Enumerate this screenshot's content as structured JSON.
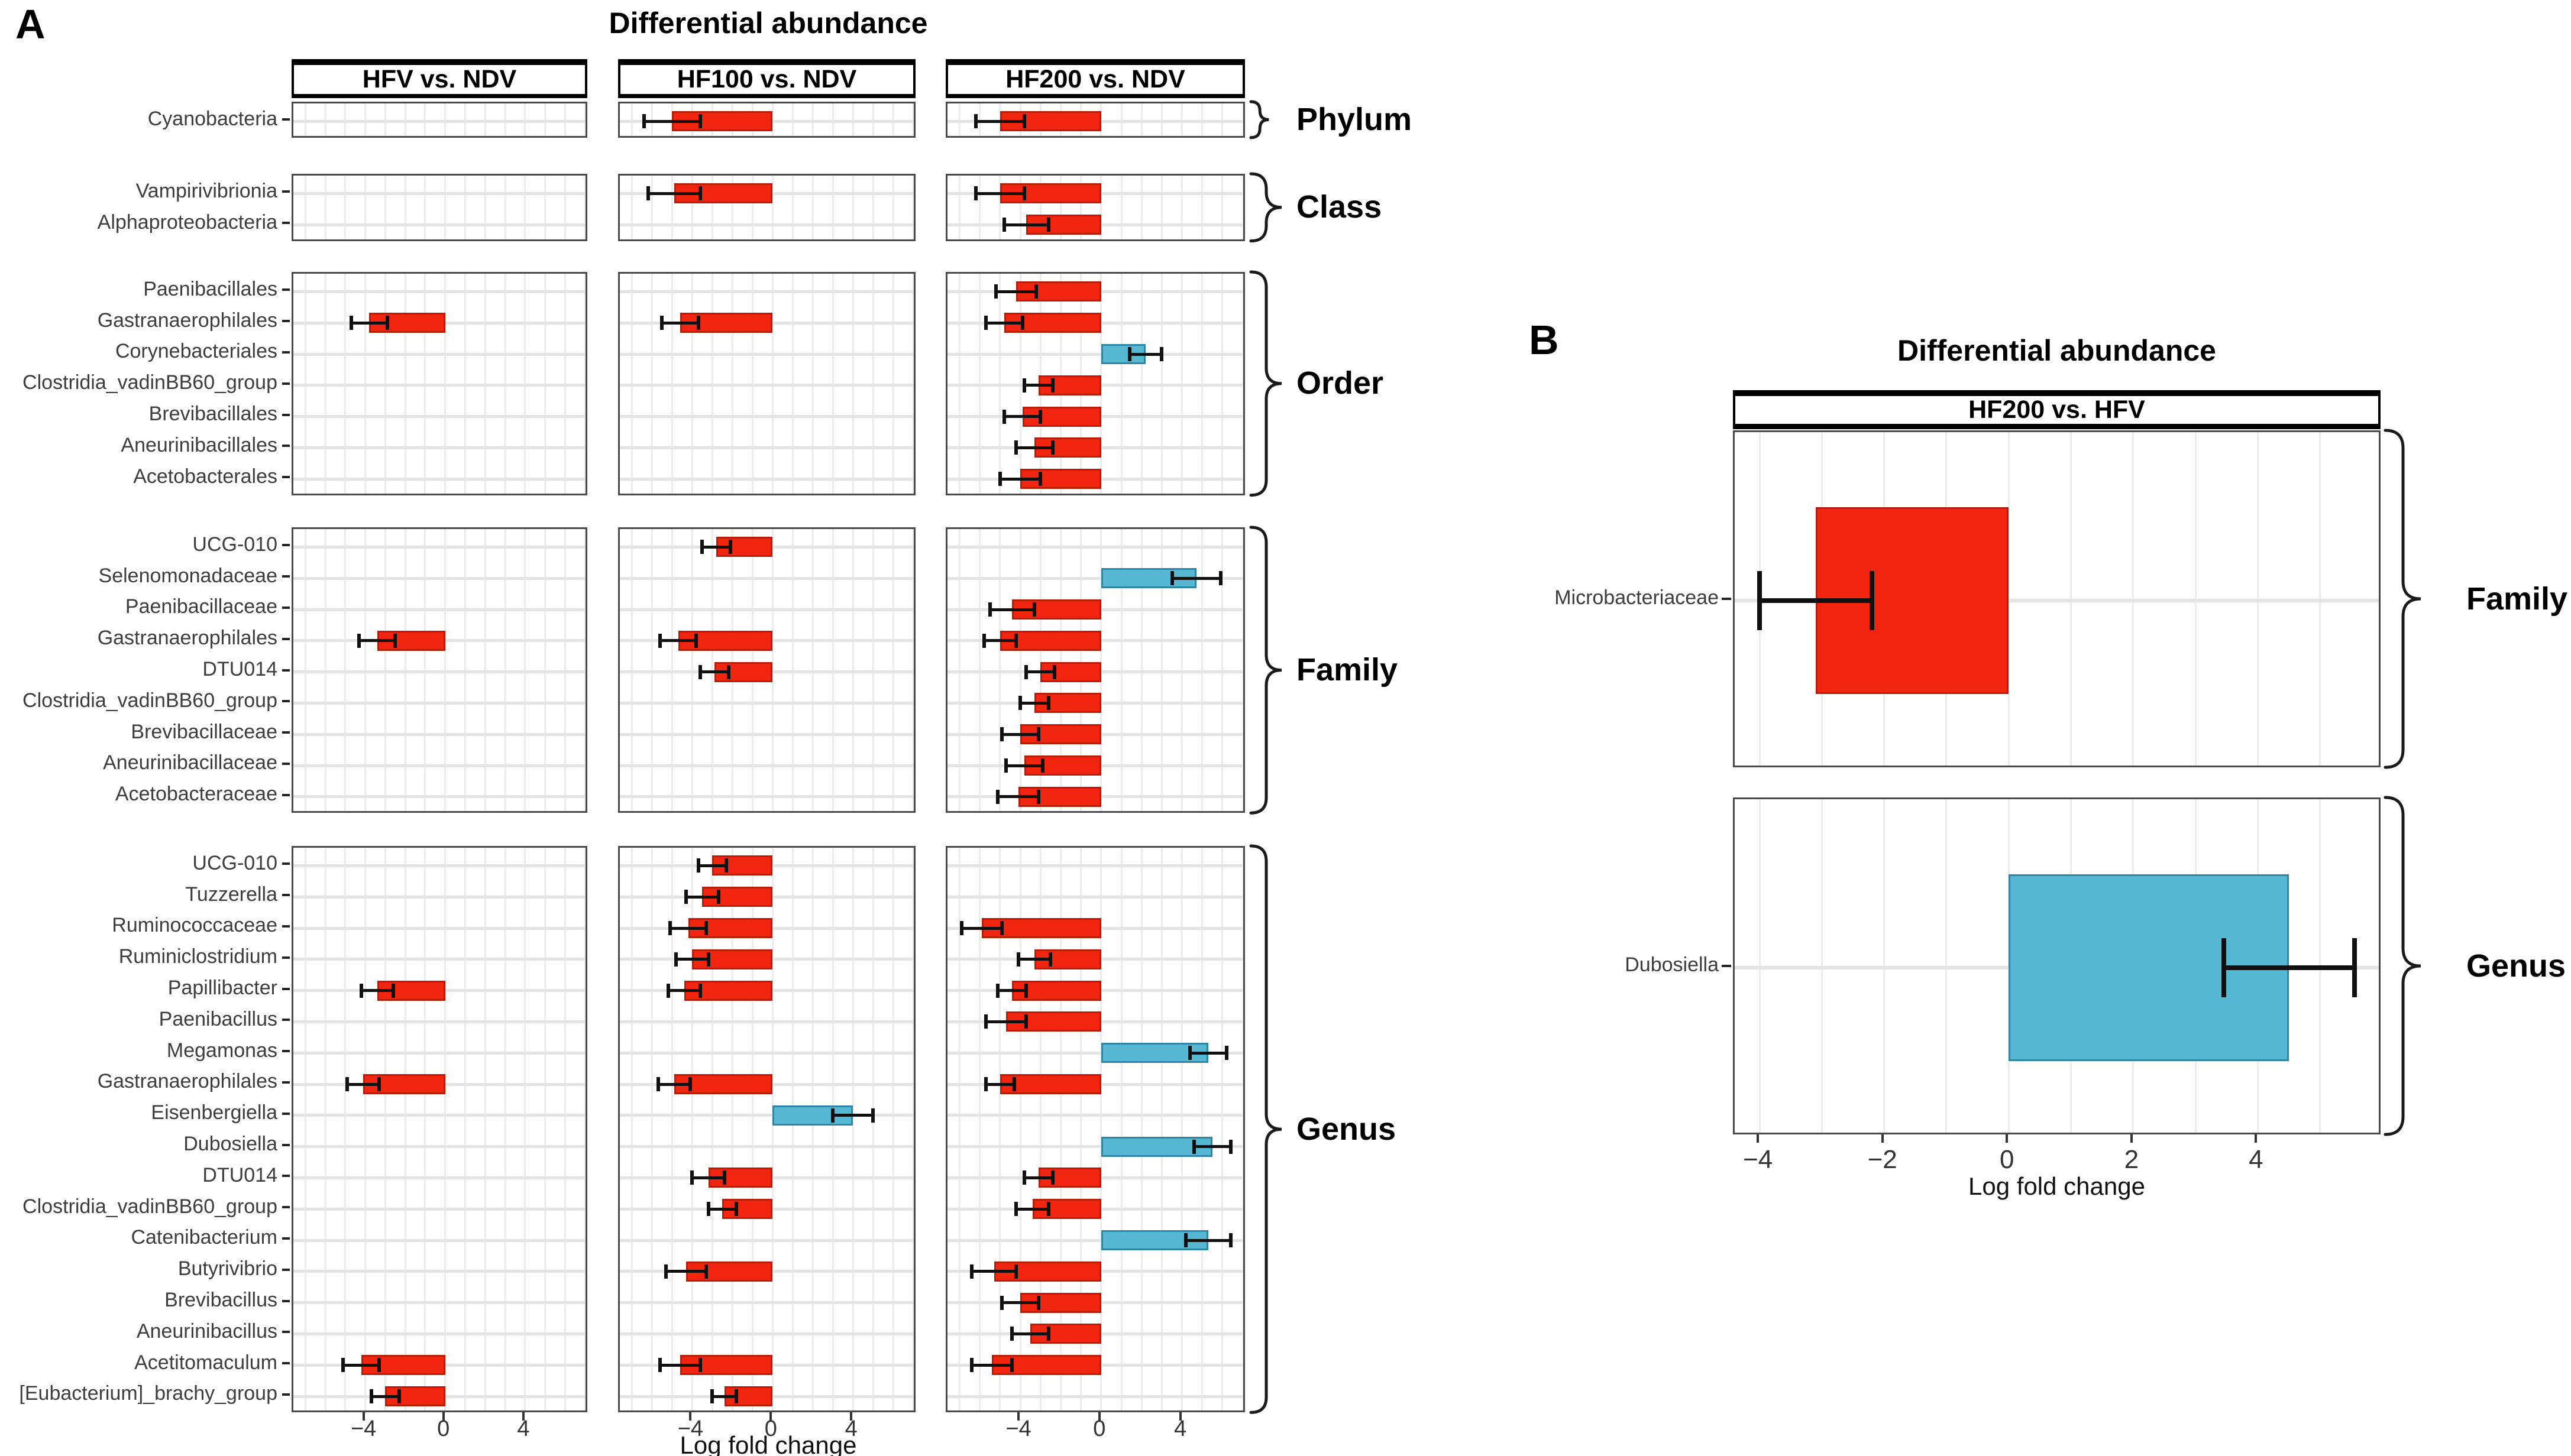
{
  "chart_data": [
    {
      "id": "A",
      "type": "bar",
      "panel_label": "A",
      "title": "Differential abundance",
      "xlabel": "Log fold change",
      "columns": [
        "HFV vs. NDV",
        "HF100 vs. NDV",
        "HF200 vs. NDV"
      ],
      "x_tick_values": [
        -4,
        0,
        4
      ],
      "x_tick_labels": [
        "−4",
        "0",
        "4"
      ],
      "x_domain": [
        -7.6,
        7.2
      ],
      "grid": "minor vertical gridlines every 1 unit, light horizontal stripe at each row",
      "legend": "none",
      "bar_colors": {
        "negative": "#f12510",
        "positive": "#56b8d2"
      },
      "bar_border_colors": {
        "negative": "#b91c09",
        "positive": "#2f85a3"
      },
      "groups": [
        {
          "label": "Phylum",
          "rows": [
            {
              "taxon": "Cyanobacteria",
              "bars": [
                null,
                {
                  "value": -5.0,
                  "error": 1.4
                },
                {
                  "value": -5.0,
                  "error": 1.2
                }
              ]
            }
          ]
        },
        {
          "label": "Class",
          "rows": [
            {
              "taxon": "Vampirivibrionia",
              "bars": [
                null,
                {
                  "value": -4.9,
                  "error": 1.3
                },
                {
                  "value": -5.0,
                  "error": 1.2
                }
              ]
            },
            {
              "taxon": "Alphaproteobacteria",
              "bars": [
                null,
                null,
                {
                  "value": -3.7,
                  "error": 1.1
                }
              ]
            }
          ]
        },
        {
          "label": "Order",
          "rows": [
            {
              "taxon": "Paenibacillales",
              "bars": [
                null,
                null,
                {
                  "value": -4.2,
                  "error": 1.0
                }
              ]
            },
            {
              "taxon": "Gastranaerophilales",
              "bars": [
                {
                  "value": -3.8,
                  "error": 0.9
                },
                {
                  "value": -4.6,
                  "error": 0.9
                },
                {
                  "value": -4.8,
                  "error": 0.9
                }
              ]
            },
            {
              "taxon": "Corynebacteriales",
              "bars": [
                null,
                null,
                {
                  "value": 2.2,
                  "error": 0.8
                }
              ]
            },
            {
              "taxon": "Clostridia_vadinBB60_group",
              "bars": [
                null,
                null,
                {
                  "value": -3.1,
                  "error": 0.7
                }
              ]
            },
            {
              "taxon": "Brevibacillales",
              "bars": [
                null,
                null,
                {
                  "value": -3.9,
                  "error": 0.9
                }
              ]
            },
            {
              "taxon": "Aneurinibacillales",
              "bars": [
                null,
                null,
                {
                  "value": -3.3,
                  "error": 0.9
                }
              ]
            },
            {
              "taxon": "Acetobacterales",
              "bars": [
                null,
                null,
                {
                  "value": -4.0,
                  "error": 1.0
                }
              ]
            }
          ]
        },
        {
          "label": "Family",
          "rows": [
            {
              "taxon": "UCG-010",
              "bars": [
                null,
                {
                  "value": -2.8,
                  "error": 0.7
                },
                null
              ]
            },
            {
              "taxon": "Selenomonadaceae",
              "bars": [
                null,
                null,
                {
                  "value": 4.7,
                  "error": 1.2
                }
              ]
            },
            {
              "taxon": "Paenibacillaceae",
              "bars": [
                null,
                null,
                {
                  "value": -4.4,
                  "error": 1.1
                }
              ]
            },
            {
              "taxon": "Gastranaerophilales",
              "bars": [
                {
                  "value": -3.4,
                  "error": 0.9
                },
                {
                  "value": -4.7,
                  "error": 0.9
                },
                {
                  "value": -5.0,
                  "error": 0.8
                }
              ]
            },
            {
              "taxon": "DTU014",
              "bars": [
                null,
                {
                  "value": -2.9,
                  "error": 0.7
                },
                {
                  "value": -3.0,
                  "error": 0.7
                }
              ]
            },
            {
              "taxon": "Clostridia_vadinBB60_group",
              "bars": [
                null,
                null,
                {
                  "value": -3.3,
                  "error": 0.7
                }
              ]
            },
            {
              "taxon": "Brevibacillaceae",
              "bars": [
                null,
                null,
                {
                  "value": -4.0,
                  "error": 0.9
                }
              ]
            },
            {
              "taxon": "Aneurinibacillaceae",
              "bars": [
                null,
                null,
                {
                  "value": -3.8,
                  "error": 0.9
                }
              ]
            },
            {
              "taxon": "Acetobacteraceae",
              "bars": [
                null,
                null,
                {
                  "value": -4.1,
                  "error": 1.0
                }
              ]
            }
          ]
        },
        {
          "label": "Genus",
          "rows": [
            {
              "taxon": "UCG-010",
              "bars": [
                null,
                {
                  "value": -3.0,
                  "error": 0.7
                },
                null
              ]
            },
            {
              "taxon": "Tuzzerella",
              "bars": [
                null,
                {
                  "value": -3.5,
                  "error": 0.8
                },
                null
              ]
            },
            {
              "taxon": "Ruminococcaceae",
              "bars": [
                null,
                {
                  "value": -4.2,
                  "error": 0.9
                },
                {
                  "value": -5.9,
                  "error": 1.0
                }
              ]
            },
            {
              "taxon": "Ruminiclostridium",
              "bars": [
                null,
                {
                  "value": -4.0,
                  "error": 0.8
                },
                {
                  "value": -3.3,
                  "error": 0.8
                }
              ]
            },
            {
              "taxon": "Papillibacter",
              "bars": [
                {
                  "value": -3.4,
                  "error": 0.8
                },
                {
                  "value": -4.4,
                  "error": 0.8
                },
                {
                  "value": -4.4,
                  "error": 0.7
                }
              ]
            },
            {
              "taxon": "Paenibacillus",
              "bars": [
                null,
                null,
                {
                  "value": -4.7,
                  "error": 1.0
                }
              ]
            },
            {
              "taxon": "Megamonas",
              "bars": [
                null,
                null,
                {
                  "value": 5.3,
                  "error": 0.9
                }
              ]
            },
            {
              "taxon": "Gastranaerophilales",
              "bars": [
                {
                  "value": -4.1,
                  "error": 0.8
                },
                {
                  "value": -4.9,
                  "error": 0.8
                },
                {
                  "value": -5.0,
                  "error": 0.7
                }
              ]
            },
            {
              "taxon": "Eisenbergiella",
              "bars": [
                null,
                {
                  "value": 4.0,
                  "error": 1.0
                },
                null
              ]
            },
            {
              "taxon": "Dubosiella",
              "bars": [
                null,
                null,
                {
                  "value": 5.5,
                  "error": 0.9
                }
              ]
            },
            {
              "taxon": "DTU014",
              "bars": [
                null,
                {
                  "value": -3.2,
                  "error": 0.8
                },
                {
                  "value": -3.1,
                  "error": 0.7
                }
              ]
            },
            {
              "taxon": "Clostridia_vadinBB60_group",
              "bars": [
                null,
                {
                  "value": -2.5,
                  "error": 0.7
                },
                {
                  "value": -3.4,
                  "error": 0.8
                }
              ]
            },
            {
              "taxon": "Catenibacterium",
              "bars": [
                null,
                null,
                {
                  "value": 5.3,
                  "error": 1.1
                }
              ]
            },
            {
              "taxon": "Butyrivibrio",
              "bars": [
                null,
                {
                  "value": -4.3,
                  "error": 1.0
                },
                {
                  "value": -5.3,
                  "error": 1.1
                }
              ]
            },
            {
              "taxon": "Brevibacillus",
              "bars": [
                null,
                null,
                {
                  "value": -4.0,
                  "error": 0.9
                }
              ]
            },
            {
              "taxon": "Aneurinibacillus",
              "bars": [
                null,
                null,
                {
                  "value": -3.5,
                  "error": 0.9
                }
              ]
            },
            {
              "taxon": "Acetitomaculum",
              "bars": [
                {
                  "value": -4.2,
                  "error": 0.9
                },
                {
                  "value": -4.6,
                  "error": 1.0
                },
                {
                  "value": -5.4,
                  "error": 1.0
                }
              ]
            },
            {
              "taxon": "[Eubacterium]_brachy_group",
              "bars": [
                {
                  "value": -3.0,
                  "error": 0.7
                },
                {
                  "value": -2.4,
                  "error": 0.6
                },
                null
              ]
            }
          ]
        }
      ]
    },
    {
      "id": "B",
      "type": "bar",
      "panel_label": "B",
      "title": "Differential abundance",
      "xlabel": "Log fold change",
      "columns": [
        "HF200 vs. HFV"
      ],
      "x_tick_values": [
        -4,
        -2,
        0,
        2,
        4
      ],
      "x_tick_labels": [
        "−4",
        "−2",
        "0",
        "2",
        "4"
      ],
      "x_domain": [
        -4.4,
        6.0
      ],
      "grid": "minor vertical gridlines every 1 unit, light horizontal stripe at each row",
      "legend": "none",
      "bar_colors": {
        "negative": "#f12510",
        "positive": "#56b8d2"
      },
      "bar_border_colors": {
        "negative": "#b91c09",
        "positive": "#2f85a3"
      },
      "groups": [
        {
          "label": "Family",
          "rows": [
            {
              "taxon": "Microbacteriaceae",
              "bars": [
                {
                  "value": -3.1,
                  "error": 0.9
                }
              ]
            }
          ]
        },
        {
          "label": "Genus",
          "rows": [
            {
              "taxon": "Dubosiella",
              "bars": [
                {
                  "value": 4.5,
                  "error": 1.05
                }
              ]
            }
          ]
        }
      ]
    }
  ]
}
